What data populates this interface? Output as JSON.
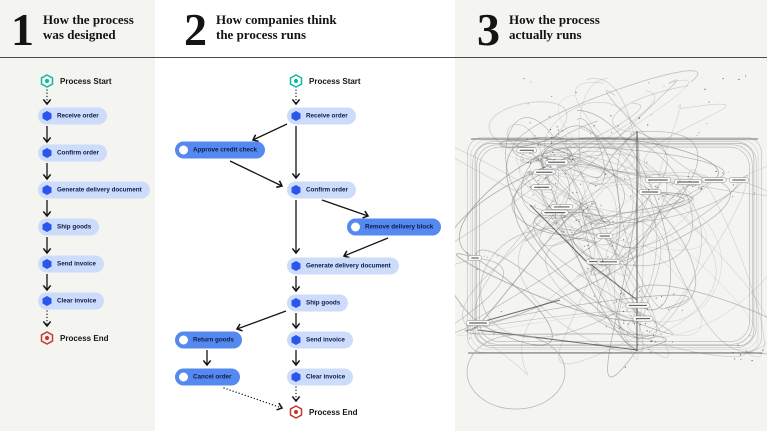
{
  "panels": [
    {
      "number": "1",
      "title_line1": "How the process",
      "title_line2": "was designed"
    },
    {
      "number": "2",
      "title_line1": "How companies think",
      "title_line2": "the process runs"
    },
    {
      "number": "3",
      "title_line1": "How the process",
      "title_line2": "actually runs"
    }
  ],
  "flow_designed": {
    "start_label": "Process Start",
    "end_label": "Process End",
    "steps": [
      "Receive order",
      "Confirm order",
      "Generate delivery document",
      "Ship goods",
      "Send invoice",
      "Clear invoice"
    ]
  },
  "flow_expected": {
    "start_label": "Process Start",
    "end_label": "Process End",
    "steps": [
      "Receive order",
      "Confirm order",
      "Generate delivery document",
      "Ship goods",
      "Send invoice",
      "Clear invoice"
    ],
    "exceptions": [
      "Approve credit check",
      "Remove delivery block",
      "Return goods",
      "Cancel order"
    ]
  },
  "colors": {
    "panel_bg": "#f4f4f1",
    "white_bg": "#ffffff",
    "light_pill": "#cddcfa",
    "dark_pill": "#5589ef",
    "hexagon_blue": "#2c55ec",
    "pill_text": "#0d1b4a",
    "start_teal": "#14b8a2",
    "end_red": "#c23b32",
    "arrow": "#141414",
    "header_rule": "#4a4a4a",
    "spaghetti_line": "#8f8f8f"
  },
  "spaghetti": {
    "seed": 12,
    "curve_count": 122,
    "dot_count": 240,
    "node_count": 26
  }
}
